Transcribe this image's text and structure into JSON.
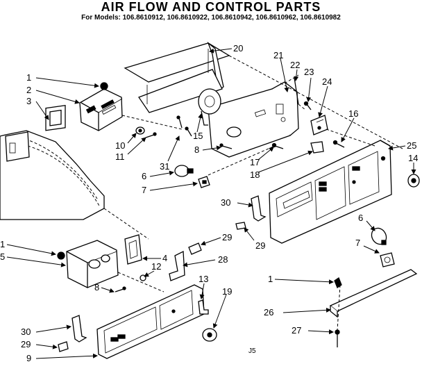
{
  "title": "AIR FLOW AND CONTROL PARTS",
  "subtitle": "For Models: 106.8610912, 106.8610922, 106.8610942, 106.8610962, 106.8610982",
  "footer_code": "J5",
  "callouts": {
    "c1a": "1",
    "c2": "2",
    "c3": "3",
    "c10": "10",
    "c11": "11",
    "c20": "20",
    "c15": "15",
    "c8a": "8",
    "c21": "21",
    "c22": "22",
    "c23": "23",
    "c24": "24",
    "c16": "16",
    "c25": "25",
    "c14": "14",
    "c31": "31",
    "c6a": "6",
    "c7a": "7",
    "c17": "17",
    "c18": "18",
    "c30a": "30",
    "c29a": "29",
    "c29b": "29",
    "c6b": "6",
    "c7b": "7",
    "c1b": "1",
    "c5": "5",
    "c4": "4",
    "c12": "12",
    "c28": "28",
    "c8b": "8",
    "c13": "13",
    "c19": "19",
    "c1c": "1",
    "c26": "26",
    "c27": "27",
    "c30b": "30",
    "c29c": "29",
    "c9": "9"
  }
}
